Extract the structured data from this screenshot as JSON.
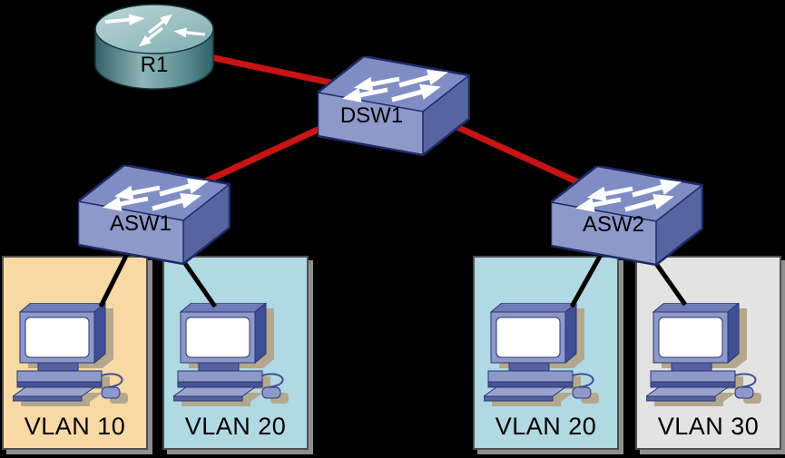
{
  "title": "VLAN network topology diagram",
  "palette": {
    "background": "#000000",
    "trunk_link": "#c81414",
    "access_link": "#000000",
    "switch_front": "#8d99c9",
    "switch_top": "#7e8ec5",
    "switch_side": "#5664a0",
    "router_teal": "#6fa1a4",
    "pc_shadow": "#b3a88d"
  },
  "devices": {
    "router": {
      "label": "R1",
      "type": "router"
    },
    "dist_switch": {
      "label": "DSW1",
      "type": "switch"
    },
    "access_switch_1": {
      "label": "ASW1",
      "type": "switch"
    },
    "access_switch_2": {
      "label": "ASW2",
      "type": "switch"
    }
  },
  "vlans": [
    {
      "label": "VLAN 10",
      "fill": "#f8d9a3",
      "connected_to": "ASW1"
    },
    {
      "label": "VLAN 20",
      "fill": "#b0d9e4",
      "connected_to": "ASW1"
    },
    {
      "label": "VLAN 20",
      "fill": "#b0d9e4",
      "connected_to": "ASW2"
    },
    {
      "label": "VLAN 30",
      "fill": "#e3e3e3",
      "connected_to": "ASW2"
    }
  ],
  "links": {
    "trunks": [
      {
        "from": "R1",
        "to": "DSW1"
      },
      {
        "from": "DSW1",
        "to": "ASW1"
      },
      {
        "from": "DSW1",
        "to": "ASW2"
      }
    ],
    "access": [
      {
        "from": "ASW1",
        "to": "VLAN 10 PC"
      },
      {
        "from": "ASW1",
        "to": "VLAN 20 PC"
      },
      {
        "from": "ASW2",
        "to": "VLAN 20 PC"
      },
      {
        "from": "ASW2",
        "to": "VLAN 30 PC"
      }
    ]
  }
}
